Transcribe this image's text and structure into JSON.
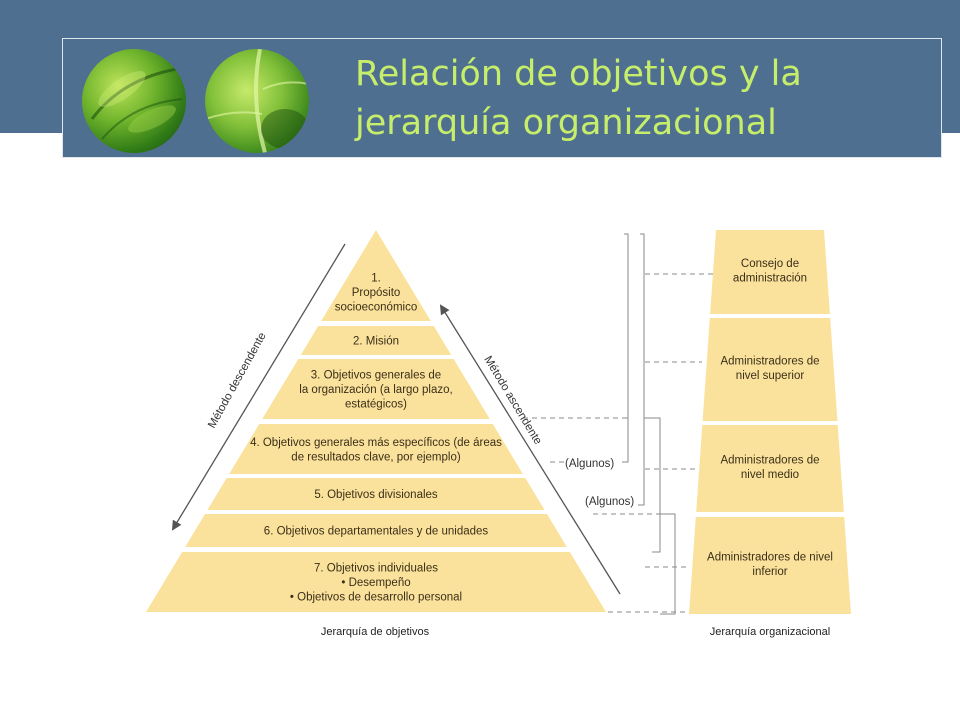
{
  "header": {
    "title_line1": "Relación de objetivos y la",
    "title_line2": "jerarquía organizacional"
  },
  "pyramid": {
    "levels": [
      {
        "lines": [
          "1.",
          "Propósito",
          "socioeconómico"
        ]
      },
      {
        "lines": [
          "2. Misión"
        ]
      },
      {
        "lines": [
          "3. Objetivos generales de",
          "la organización (a largo plazo,",
          "estatégicos)"
        ]
      },
      {
        "lines": [
          "4. Objetivos generales más específicos (de áreas",
          "de resultados clave, por ejemplo)"
        ]
      },
      {
        "lines": [
          "5. Objetivos divisionales"
        ]
      },
      {
        "lines": [
          "6. Objetivos departamentales y de unidades"
        ]
      },
      {
        "lines": [
          "7. Objetivos individuales",
          "• Desempeño",
          "• Objetivos de desarrollo personal"
        ]
      }
    ],
    "caption": "Jerarquía de objetivos",
    "left_method": "Método descendente",
    "right_method": "Método ascendente"
  },
  "hierarchy": {
    "levels": [
      {
        "lines": [
          "Consejo de",
          "administración"
        ]
      },
      {
        "lines": [
          "Administradores de",
          "nivel superior"
        ]
      },
      {
        "lines": [
          "Administradores de",
          "nivel medio"
        ]
      },
      {
        "lines": [
          "Administradores de nivel",
          "inferior"
        ]
      }
    ],
    "caption": "Jerarquía organizacional"
  },
  "connectors": {
    "some_label_1": "(Algunos)",
    "some_label_2": "(Algunos)"
  },
  "colors": {
    "header_bg": "#4f6f90",
    "title_color": "#c6ee6b",
    "block_fill": "#fbe29c",
    "line_color": "#8a8a8a"
  }
}
